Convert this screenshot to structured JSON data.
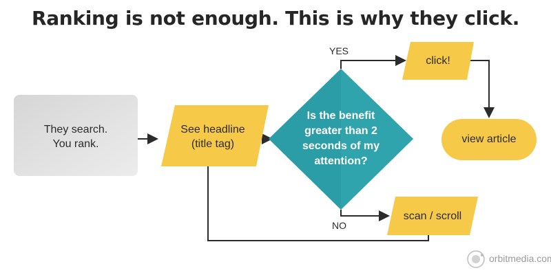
{
  "title": "Ranking is not enough. This is why they click.",
  "nodes": {
    "start": {
      "line1": "They search.",
      "line2": "You rank."
    },
    "headline": {
      "line1": "See headline",
      "line2": "(title tag)"
    },
    "decision": {
      "line1": "Is the benefit",
      "line2": "greater than 2",
      "line3": "seconds of my",
      "line4": "attention?"
    },
    "click": {
      "label": "click!"
    },
    "view": {
      "label": "view article"
    },
    "scan": {
      "label": "scan / scroll"
    }
  },
  "edges": {
    "yes": "YES",
    "no": "NO"
  },
  "brand": {
    "name": "orbitmedia.com"
  },
  "colors": {
    "yellow": "#f7c948",
    "teal": "#2b9da6",
    "gray": "#dcdcdc",
    "line": "#2b2b2b"
  }
}
